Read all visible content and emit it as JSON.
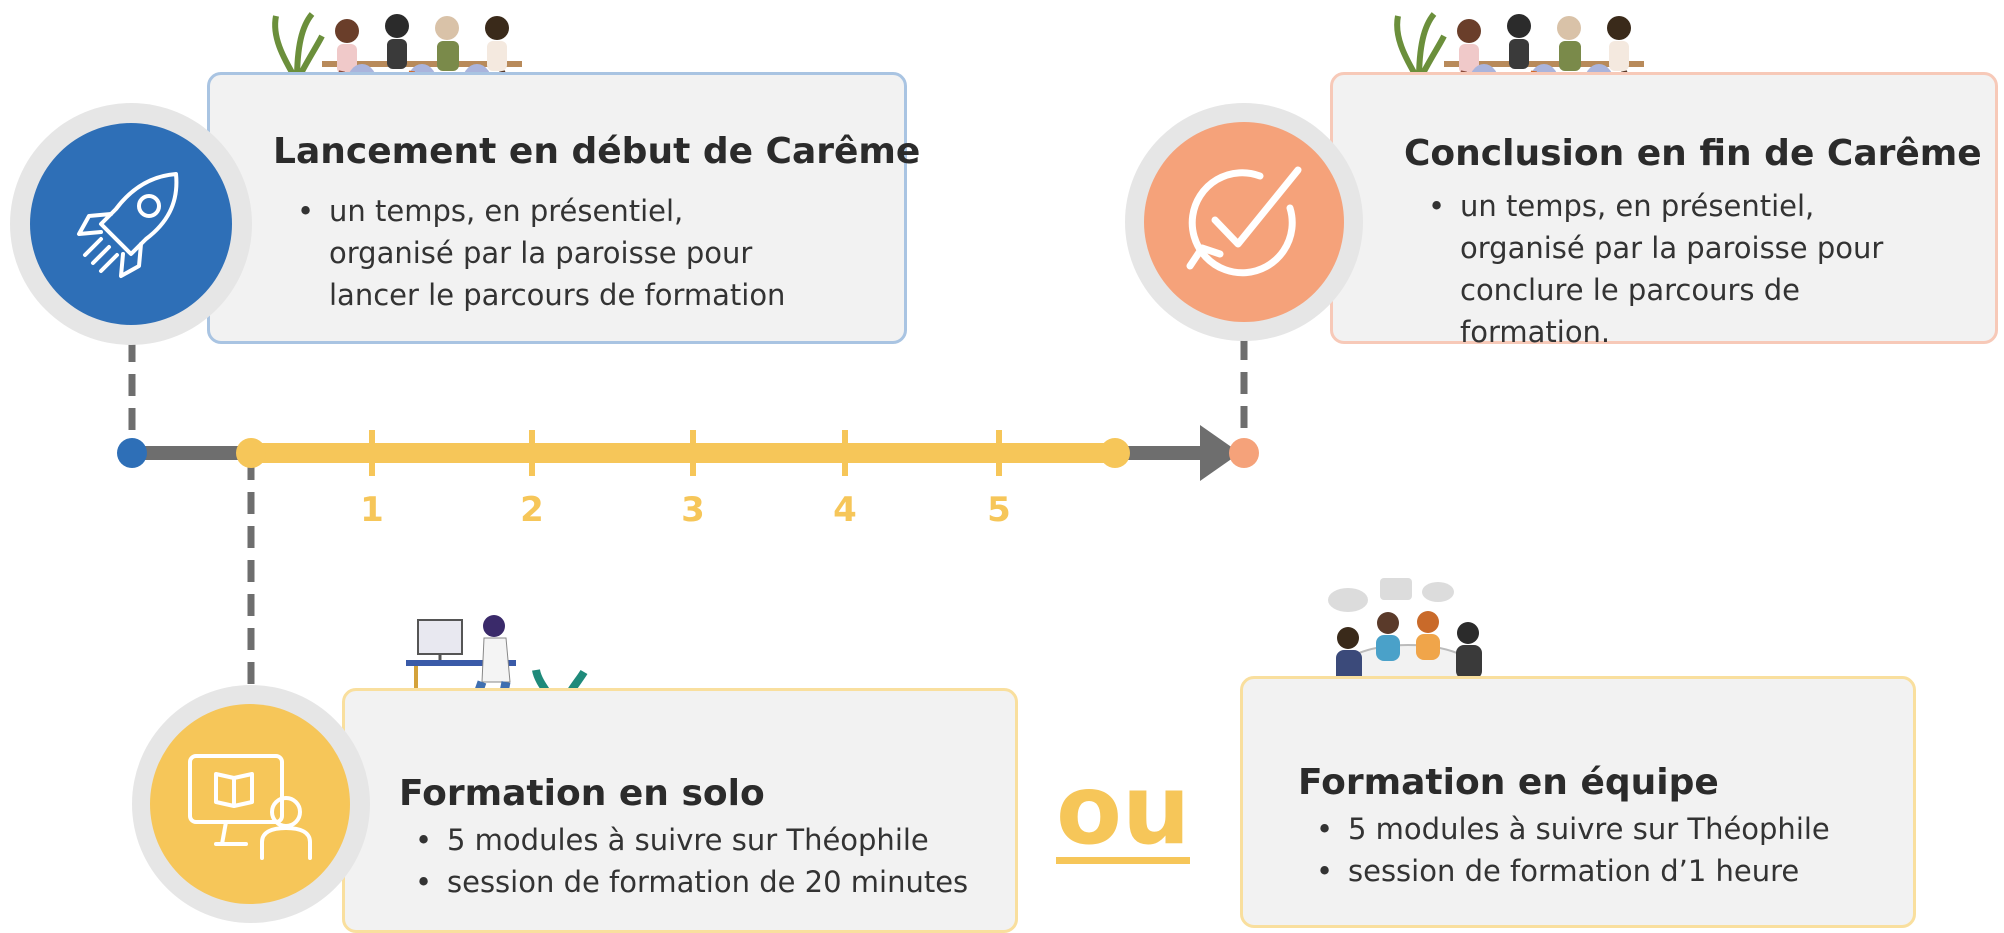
{
  "top_left": {
    "title": "Lancement en début de Carême",
    "bullets": [
      "un temps, en présentiel, organisé par la paroisse pour lancer le parcours de formation"
    ],
    "icon": "rocket-icon",
    "color": "#2e6fb7"
  },
  "top_right": {
    "title": "Conclusion en fin de Carême",
    "bullets": [
      "un temps, en présentiel, organisé par la paroisse pour conclure le parcours de formation."
    ],
    "icon": "check-cycle-icon",
    "color": "#f5a27a"
  },
  "timeline": {
    "ticks": [
      "1",
      "2",
      "3",
      "4",
      "5"
    ],
    "line_color": "#6e6e6e",
    "accent_color": "#f6c659"
  },
  "bottom_left": {
    "title": "Formation en solo",
    "bullets": [
      "5 modules à suivre sur Théophile",
      "session de formation de 20 minutes"
    ],
    "icon": "computer-learning-icon",
    "color": "#f6c659"
  },
  "separator": {
    "text": "ou"
  },
  "bottom_right": {
    "title": "Formation en équipe",
    "bullets": [
      "5 modules à suivre sur Théophile",
      "session de formation d’1 heure"
    ]
  }
}
